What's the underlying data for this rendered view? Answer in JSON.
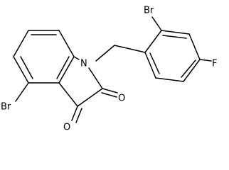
{
  "molecule": {
    "atoms": {
      "br_ring": "Br",
      "nitrogen": "N",
      "oxygen_ketone": "O",
      "oxygen_amide": "O",
      "br_benzyl": "Br",
      "fluorine": "F"
    }
  },
  "colors": {
    "bond": "#000000",
    "label": "#000000",
    "background": "#ffffff"
  }
}
